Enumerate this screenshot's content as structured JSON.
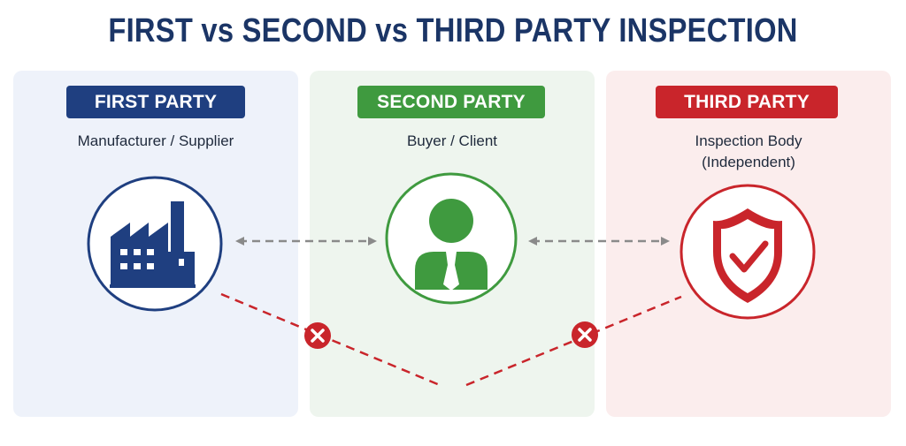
{
  "title": "FIRST vs SECOND vs THIRD PARTY INSPECTION",
  "parties": [
    {
      "badge": "FIRST PARTY",
      "role": "Manufacturer / Supplier",
      "icon": "factory-icon",
      "color": "#1f3f80"
    },
    {
      "badge": "SECOND PARTY",
      "role": "Buyer / Client",
      "icon": "person-icon",
      "color": "#3f9a3f"
    },
    {
      "badge": "THIRD PARTY",
      "role_line1": "Inspection Body",
      "role_line2": "(Independent)",
      "icon": "shield-check-icon",
      "color": "#c9252b"
    }
  ],
  "connectors": {
    "arrow_color": "#8a8a8a",
    "cross_color": "#c9252b"
  }
}
